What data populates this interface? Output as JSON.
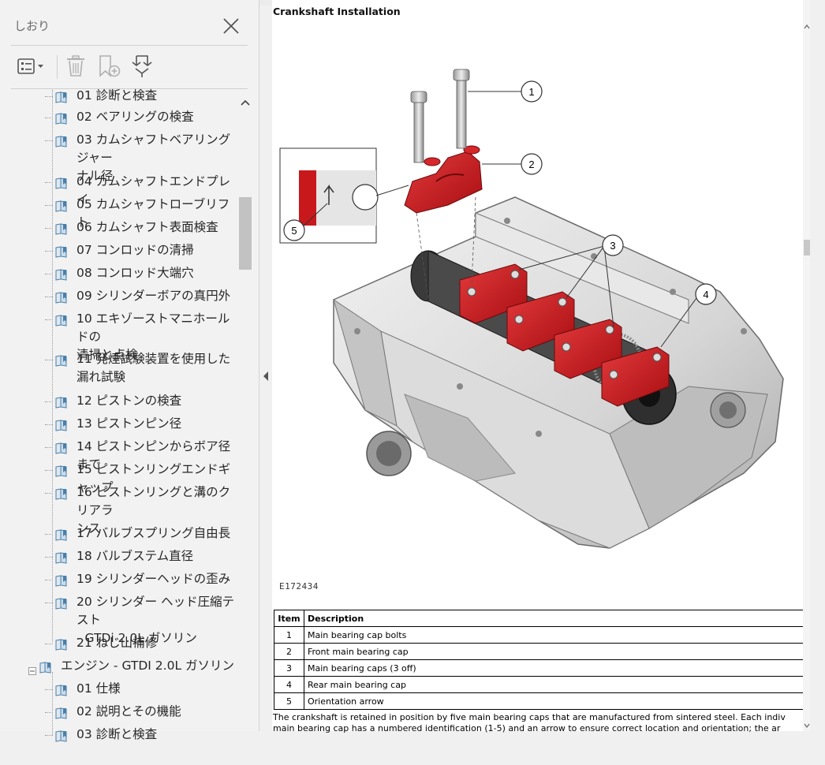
{
  "panel": {
    "title": "しおり",
    "toolbar": {
      "options_icon": "list-options-icon",
      "delete_icon": "trash-icon",
      "new_bookmark_icon": "new-bookmark-icon",
      "expand_icon": "expand-bookmark-icon"
    },
    "items": [
      {
        "label": "01 診断と検査",
        "top": 0,
        "partial": true
      },
      {
        "label": "02 ベアリングの検査"
      },
      {
        "label": "03 カムシャフトベアリングジャー\nナル径"
      },
      {
        "label": "04 カムシャフトエンドプレイ"
      },
      {
        "label": "05 カムシャフトローブリフト"
      },
      {
        "label": "06 カムシャフト表面検査"
      },
      {
        "label": "07 コンロッドの清掃"
      },
      {
        "label": "08 コンロッド大端穴"
      },
      {
        "label": "09 シリンダーボアの真円外"
      },
      {
        "label": "10 エキゾーストマニホールドの\n清掃と点検"
      },
      {
        "label": "11 発煙試験装置を使用した\n漏れ試験"
      },
      {
        "label": "12 ピストンの検査"
      },
      {
        "label": "13 ピストンピン径"
      },
      {
        "label": "14 ピストンピンからボア径まで"
      },
      {
        "label": "15 ピストンリングエンドギャップ"
      },
      {
        "label": "16 ピストンリングと溝のクリアラ\nンス"
      },
      {
        "label": "17 バルブスプリング自由長"
      },
      {
        "label": "18 バルブステム直径"
      },
      {
        "label": "19 シリンダーヘッドの歪み"
      },
      {
        "label": "20 シリンダー ヘッド圧縮テスト\n- GTDi 2.0L ガソリン"
      },
      {
        "label": "21 ねじ山補修"
      },
      {
        "label": "エンジン - GTDI 2.0L ガソリン",
        "parent": true
      },
      {
        "label": "01 仕様"
      },
      {
        "label": "02 説明とその機能"
      },
      {
        "label": "03 診断と検査",
        "partial": true
      }
    ]
  },
  "document": {
    "title": "Crankshaft Installation",
    "figure_code": "E172434",
    "callouts": [
      "1",
      "2",
      "3",
      "4",
      "5"
    ],
    "table": {
      "headers": [
        "Item",
        "Description"
      ],
      "rows": [
        [
          "1",
          "Main bearing cap bolts"
        ],
        [
          "2",
          "Front main bearing cap"
        ],
        [
          "3",
          "Main bearing caps (3 off)"
        ],
        [
          "4",
          "Rear main bearing cap"
        ],
        [
          "5",
          "Orientation arrow"
        ]
      ]
    },
    "body_line1": "The crankshaft is retained in position by five main bearing caps that are manufactured from sintered steel. Each indiv",
    "body_line2": "main bearing cap has a numbered identification (1-5) and an arrow to ensure correct location and orientation; the ar"
  },
  "colors": {
    "accent_red": "#c8181c",
    "panel_bg": "#f2f2f2",
    "bookmark_icon": "#4a7fa8"
  }
}
